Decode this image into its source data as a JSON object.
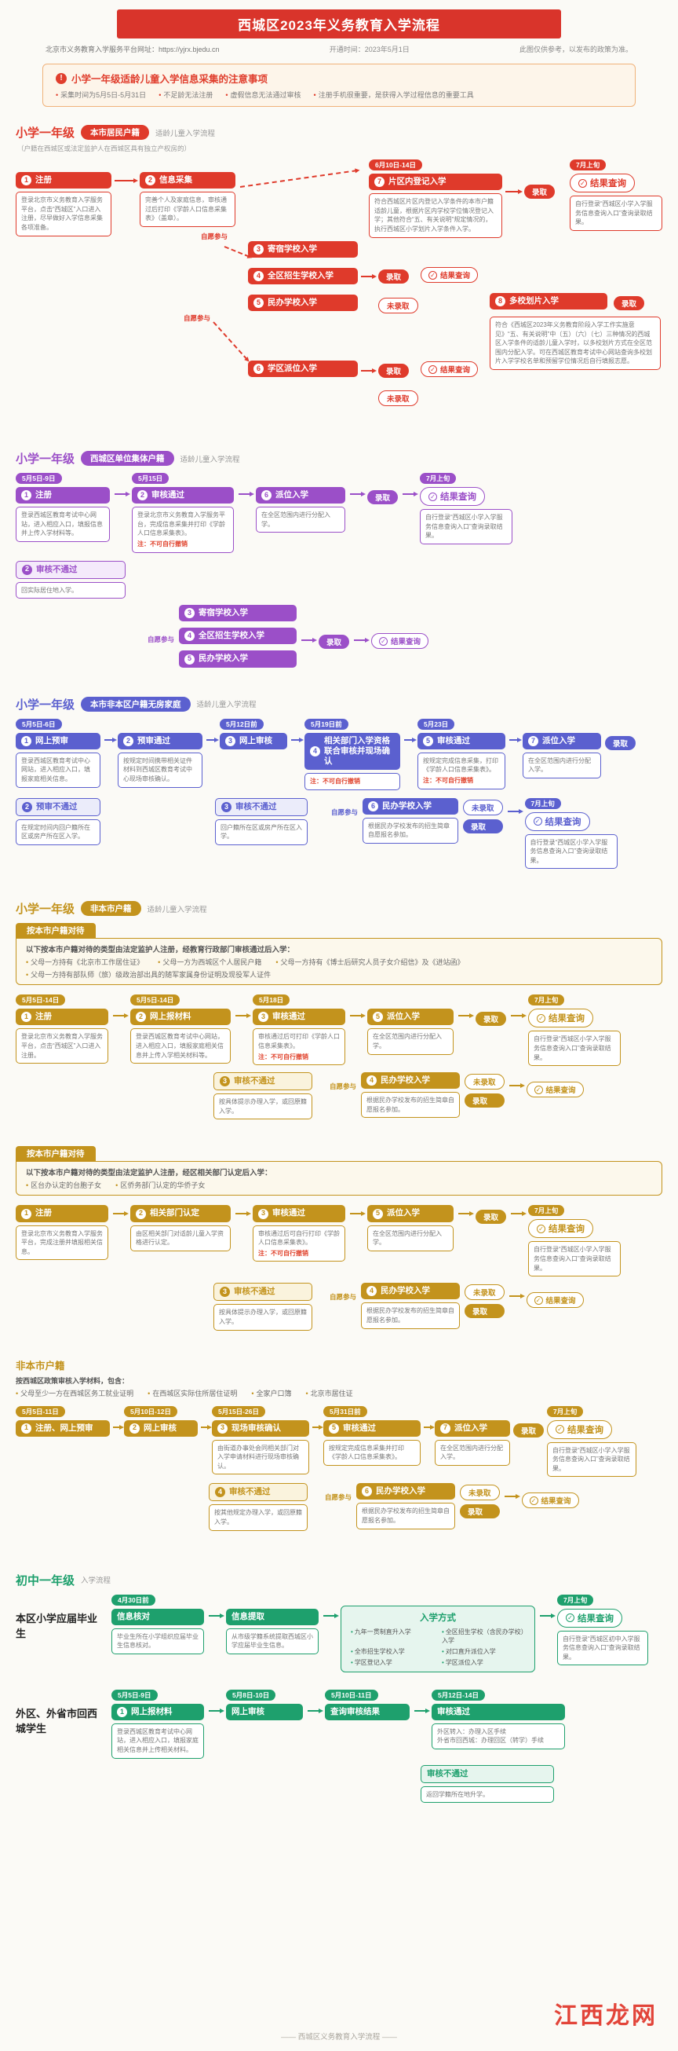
{
  "icons": {
    "check": "✓",
    "warn": "!"
  },
  "header": {
    "title": "西城区2023年义务教育入学流程",
    "platform": "北京市义务教育入学服务平台网址：https://yjrx.bjedu.cn",
    "open_time": "开通时间：2023年5月1日",
    "disclaimer": "此图仅供参考，以发布的政策为准。"
  },
  "notice": {
    "title": "小学一年级适龄儿童入学信息采集的注意事项",
    "items": [
      "采集时间为5月5日-5月31日",
      "不足龄无法注册",
      "虚假信息无法通过审核",
      "注册手机很重要，是获得入学过程信息的重要工具"
    ]
  },
  "labels": {
    "admitted": "录取",
    "not_admitted": "未录取",
    "result": "结果查询",
    "voluntary": "自愿参与"
  },
  "s1": {
    "grade": "小学一年级",
    "badge": "本市居民户籍",
    "flow": "适龄儿童入学流程",
    "note": "（户籍在西城区或法定监护人在西城区具有独立产权房的）",
    "n1": {
      "num": "1",
      "title": "注册",
      "desc": "登录北京市义务教育入学服务平台，点击“西城区”入口进入注册，尽早做好入学信息采集各项准备。"
    },
    "n2": {
      "num": "2",
      "title": "信息采集",
      "desc": "完善个人及家庭信息，审核通过后打印《学龄人口信息采集表》（盖章）。"
    },
    "schools": [
      {
        "num": "3",
        "title": "寄宿学校入学"
      },
      {
        "num": "4",
        "title": "全区招生学校入学"
      },
      {
        "num": "5",
        "title": "民办学校入学"
      }
    ],
    "n6": {
      "num": "6",
      "title": "学区派位入学"
    },
    "n7": {
      "num": "7",
      "title": "片区内登记入学",
      "date": "6月10日-14日",
      "desc": "符合西城区片区内登记入学条件的本市户籍适龄儿童，根据片区内学校学位情况登记入学；其他符合“五、有关说明”规定情况的，执行西城区小学划片入学条件入学。"
    },
    "n8": {
      "num": "8",
      "title": "多校划片入学",
      "desc": "符合《西城区2023年义务教育阶段入学工作实施意见》“五、有关说明”中（五）（六）（七）三种情况的西城区入学条件的适龄儿童入学时，以多校划片方式在全区范围内分配入学。可在西城区教育考试中心网站查询多校划片入学学校名单和预留学位情况后自行填报志愿。"
    },
    "final": {
      "date": "7月上旬",
      "desc": "自行登录“西城区小学入学服务信息查询入口”查询录取结果。"
    }
  },
  "s2": {
    "grade": "小学一年级",
    "badge": "西城区单位集体户籍",
    "flow": "适龄儿童入学流程",
    "n1": {
      "num": "1",
      "title": "注册",
      "date": "5月5日-9日",
      "desc": "登录西城区教育考试中心网站，进入相应入口，填报信息并上传入学材料等。"
    },
    "n2a": {
      "num": "2",
      "title": "审核通过",
      "date": "5月15日",
      "desc": "登录北京市义务教育入学服务平台，完成信息采集并打印《学龄人口信息采集表》。",
      "note": "注：不可自行撤销"
    },
    "n2b": {
      "num": "2",
      "title": "审核不通过",
      "desc": "回实际居住地入学。"
    },
    "schools": [
      {
        "num": "3",
        "title": "寄宿学校入学"
      },
      {
        "num": "4",
        "title": "全区招生学校入学"
      },
      {
        "num": "5",
        "title": "民办学校入学"
      }
    ],
    "n6": {
      "num": "6",
      "title": "派位入学",
      "desc": "在全区范围内进行分配入学。"
    },
    "final": {
      "date": "7月上旬",
      "desc": "自行登录“西城区小学入学服务信息查询入口”查询录取结果。"
    }
  },
  "s3": {
    "grade": "小学一年级",
    "badge": "本市非本区户籍无房家庭",
    "flow": "适龄儿童入学流程",
    "n1": {
      "num": "1",
      "title": "网上预审",
      "date": "5月5日-6日",
      "desc": "登录西城区教育考试中心网站，进入相应入口，填报家庭相关信息。"
    },
    "n2a": {
      "num": "2",
      "title": "预审通过",
      "desc": "按规定时间携带相关证件材料到西城区教育考试中心现场审核确认。"
    },
    "n2b": {
      "num": "2",
      "title": "预审不通过",
      "desc": "在规定时间内回户籍所在区或房产所在区入学。"
    },
    "n3": {
      "num": "3",
      "title": "网上审核",
      "date": "5月12日前"
    },
    "n4": {
      "num": "4",
      "title": "相关部门入学资格联合审核并现场确认",
      "date": "5月19日前",
      "note": "注：不可自行撤销"
    },
    "n3b": {
      "num": "3",
      "title": "审核不通过",
      "desc": "回户籍所在区或房产所在区入学。"
    },
    "n5": {
      "num": "5",
      "title": "审核通过",
      "date": "5月23日",
      "desc": "按规定完成信息采集，打印《学龄人口信息采集表》。",
      "note": "注：不可自行撤销"
    },
    "n6": {
      "num": "6",
      "title": "民办学校入学",
      "desc": "根据民办学校发布的招生简章自愿报名参加。"
    },
    "n7": {
      "num": "7",
      "title": "派位入学",
      "desc": "在全区范围内进行分配入学。"
    },
    "final": {
      "date": "7月上旬",
      "desc": "自行登录“西城区小学入学服务信息查询入口”查询录取结果。"
    }
  },
  "s4": {
    "grade": "小学一年级",
    "badge": "非本市户籍",
    "flow": "适龄儿童入学流程",
    "a": {
      "tab": "按本市户籍对待",
      "intro": "以下按本市户籍对待的类型由法定监护人注册，经教育行政部门审核通过后入学：",
      "bullets": [
        "父母一方持有《北京市工作居住证》",
        "父母一方为西城区个人居民户籍",
        "父母一方持有《博士后研究人员子女介绍信》及《进站函》",
        "父母一方持有部队师（旅）级政治部出具的随军家属身份证明及现役军人证件"
      ],
      "n1": {
        "num": "1",
        "title": "注册",
        "date": "5月5日-14日",
        "desc": "登录北京市义务教育入学服务平台，点击“西城区”入口进入注册。"
      },
      "n2": {
        "num": "2",
        "title": "网上报材料",
        "date": "5月5日-14日",
        "desc": "登录西城区教育考试中心网站，进入相应入口，填报家庭相关信息并上传入学相关材料等。"
      },
      "n3a": {
        "num": "3",
        "title": "审核通过",
        "date": "5月18日",
        "desc": "审核通过后可打印《学龄人口信息采集表》。",
        "note": "注：不可自行撤销"
      },
      "n3b": {
        "num": "3",
        "title": "审核不通过",
        "desc": "按具体提示办理入学，或回原籍入学。"
      },
      "n4": {
        "num": "4",
        "title": "民办学校入学",
        "desc": "根据民办学校发布的招生简章自愿报名参加。"
      },
      "n5": {
        "num": "5",
        "title": "派位入学",
        "desc": "在全区范围内进行分配入学。"
      },
      "final": {
        "date": "7月上旬",
        "desc": "自行登录“西城区小学入学服务信息查询入口”查询录取结果。"
      }
    },
    "b": {
      "tab": "按本市户籍对待",
      "intro": "以下按本市户籍对待的类型由法定监护人注册，经区相关部门认定后入学：",
      "bullets": [
        "区台办认定的台胞子女",
        "区侨务部门认定的华侨子女"
      ],
      "n1": {
        "num": "1",
        "title": "注册",
        "desc": "登录北京市义务教育入学服务平台，完成注册并填报相关信息。"
      },
      "n2": {
        "num": "2",
        "title": "相关部门认定",
        "desc": "由区相关部门对适龄儿童入学资格进行认定。"
      },
      "n3a": {
        "num": "3",
        "title": "审核通过",
        "desc": "审核通过后可自行打印《学龄人口信息采集表》。",
        "note": "注：不可自行撤销"
      },
      "n3b": {
        "num": "3",
        "title": "审核不通过",
        "desc": "按具体提示办理入学，或回原籍入学。"
      },
      "n4": {
        "num": "4",
        "title": "民办学校入学",
        "desc": "根据民办学校发布的招生简章自愿报名参加。"
      },
      "n5": {
        "num": "5",
        "title": "派位入学",
        "desc": "在全区范围内进行分配入学。"
      },
      "final": {
        "date": "7月上旬",
        "desc": "自行登录“西城区小学入学服务信息查询入口”查询录取结果。"
      }
    },
    "c": {
      "tab": "非本市户籍",
      "intro": "按西城区政策审核入学材料，包含：",
      "bullets": [
        "父母至少一方在西城区务工就业证明",
        "在西城区实际住所居住证明",
        "全家户口簿",
        "北京市居住证"
      ],
      "n1": {
        "num": "1",
        "title": "注册、网上预审",
        "date": "5月5日-11日"
      },
      "n2": {
        "num": "2",
        "title": "网上审核",
        "date": "5月10日-12日"
      },
      "n3": {
        "num": "3",
        "title": "现场审核确认",
        "date": "5月15日-26日",
        "desc": "由街道办事处会同相关部门对入学申请材料进行现场审核确认。"
      },
      "n4": {
        "num": "4",
        "title": "审核不通过",
        "desc": "按其他规定办理入学，或回原籍入学。"
      },
      "n5": {
        "num": "5",
        "title": "审核通过",
        "date": "5月31日前",
        "desc": "按规定完成信息采集并打印《学龄人口信息采集表》。"
      },
      "n6": {
        "num": "6",
        "title": "民办学校入学",
        "desc": "根据民办学校发布的招生简章自愿报名参加。"
      },
      "n7": {
        "num": "7",
        "title": "派位入学",
        "desc": "在全区范围内进行分配入学。"
      },
      "final": {
        "date": "7月上旬",
        "desc": "自行登录“西城区小学入学服务信息查询入口”查询录取结果。"
      }
    }
  },
  "s5": {
    "grade": "初中一年级",
    "flow": "入学流程",
    "g1": {
      "label": "本区小学应届毕业生",
      "n1": {
        "title": "信息核对",
        "date": "4月30日前",
        "desc": "毕业生所在小学组织应届毕业生信息核对。"
      },
      "n2": {
        "title": "信息提取",
        "desc": "从市级学籍系统提取西城区小学应届毕业生信息。"
      },
      "n3": {
        "title": "入学方式",
        "items": [
          "九年一贯制直升入学",
          "全区招生学校（含民办学校）入学",
          "全市招生学校入学",
          "对口直升派位入学",
          "学区登记入学",
          "学区派位入学"
        ]
      },
      "final": {
        "date": "7月上旬",
        "desc": "自行登录“西城区初中入学服务信息查询入口”查询录取结果。"
      }
    },
    "g2": {
      "label": "外区、外省市回西城学生",
      "n1": {
        "num": "1",
        "title": "网上报材料",
        "date": "5月5日-9日",
        "desc": "登录西城区教育考试中心网站，进入相应入口，填报家庭相关信息并上传相关材料。"
      },
      "n2": {
        "title": "网上审核",
        "date": "5月8日-10日"
      },
      "n3": {
        "title": "查询审核结果",
        "date": "5月10日-11日"
      },
      "n4": {
        "title": "审核通过",
        "date": "5月12日-14日",
        "lines": [
          "外区转入：办理入区手续",
          "外省市回西城：办理回区（转学）手续"
        ]
      },
      "n5": {
        "title": "审核不通过",
        "desc": "返回学籍所在地升学。"
      }
    }
  },
  "footer": "—— 西城区义务教育入学流程 ——",
  "watermark": "江西龙网"
}
